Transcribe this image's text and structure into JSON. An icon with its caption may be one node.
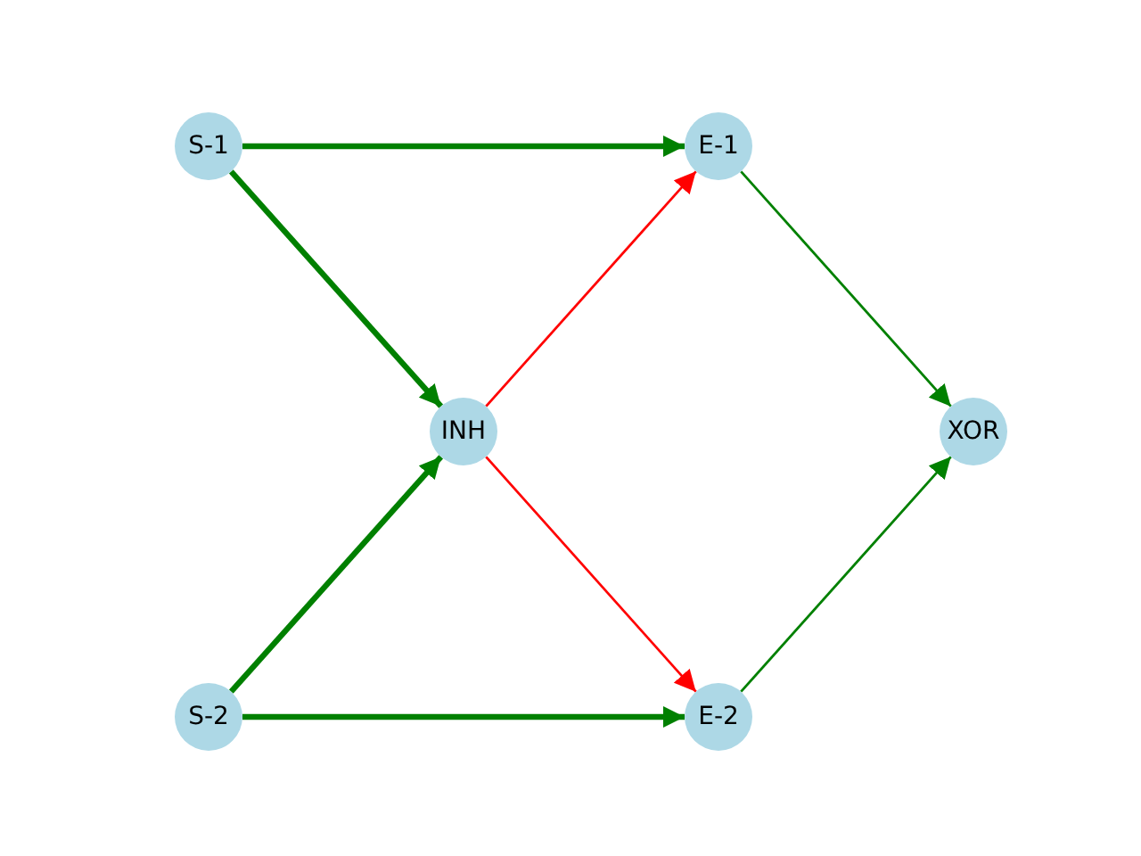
{
  "diagram": {
    "nodes": [
      {
        "text": [
          "S-1"
        ]
      },
      {
        "text": [
          "E-1"
        ]
      },
      {
        "text": [
          "INH"
        ]
      },
      {
        "text": [
          "XOR"
        ]
      },
      {
        "text": [
          "S-2"
        ]
      },
      {
        "text": [
          "E-2"
        ]
      }
    ],
    "edges": [
      {
        "from": 0,
        "to": 1,
        "arrow": "to",
        "style": "thick"
      },
      {
        "from": 0,
        "to": 2,
        "arrow": "to",
        "style": "thick"
      },
      {
        "from": 4,
        "to": 2,
        "arrow": "to",
        "style": "thick"
      },
      {
        "from": 4,
        "to": 5,
        "arrow": "to",
        "style": "thick"
      },
      {
        "from": 2,
        "to": 1,
        "arrow": "to",
        "color": "#ff0000"
      },
      {
        "from": 2,
        "to": 5,
        "arrow": "to",
        "color": "#ff0000"
      },
      {
        "from": 1,
        "to": 3,
        "arrow": "to"
      },
      {
        "from": 5,
        "to": 3,
        "arrow": "to"
      }
    ]
  }
}
